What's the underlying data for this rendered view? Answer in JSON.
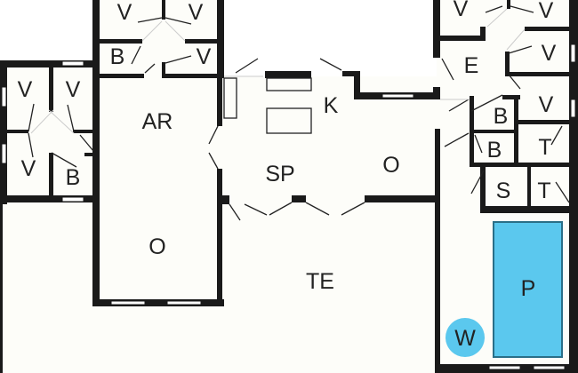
{
  "plan": {
    "colors": {
      "water": "#5bc8ee",
      "wall": "#1a1a1a",
      "floor": "#fdfdf9"
    },
    "rooms": [
      {
        "id": "v1",
        "label": "V"
      },
      {
        "id": "v2",
        "label": "V"
      },
      {
        "id": "b1",
        "label": "B"
      },
      {
        "id": "v3",
        "label": "V"
      },
      {
        "id": "v4",
        "label": "V"
      },
      {
        "id": "v5",
        "label": "V"
      },
      {
        "id": "v6",
        "label": "V"
      },
      {
        "id": "b2",
        "label": "B"
      },
      {
        "id": "ar",
        "label": "AR"
      },
      {
        "id": "o1",
        "label": "O"
      },
      {
        "id": "k",
        "label": "K"
      },
      {
        "id": "sp",
        "label": "SP"
      },
      {
        "id": "o2",
        "label": "O"
      },
      {
        "id": "te",
        "label": "TE"
      },
      {
        "id": "v7",
        "label": "V"
      },
      {
        "id": "v8",
        "label": "V"
      },
      {
        "id": "e",
        "label": "E"
      },
      {
        "id": "v9",
        "label": "V"
      },
      {
        "id": "v10",
        "label": "V"
      },
      {
        "id": "b3",
        "label": "B"
      },
      {
        "id": "b4",
        "label": "B"
      },
      {
        "id": "t1",
        "label": "T"
      },
      {
        "id": "s",
        "label": "S"
      },
      {
        "id": "t2",
        "label": "T"
      },
      {
        "id": "p",
        "label": "P"
      },
      {
        "id": "w",
        "label": "W"
      }
    ]
  }
}
